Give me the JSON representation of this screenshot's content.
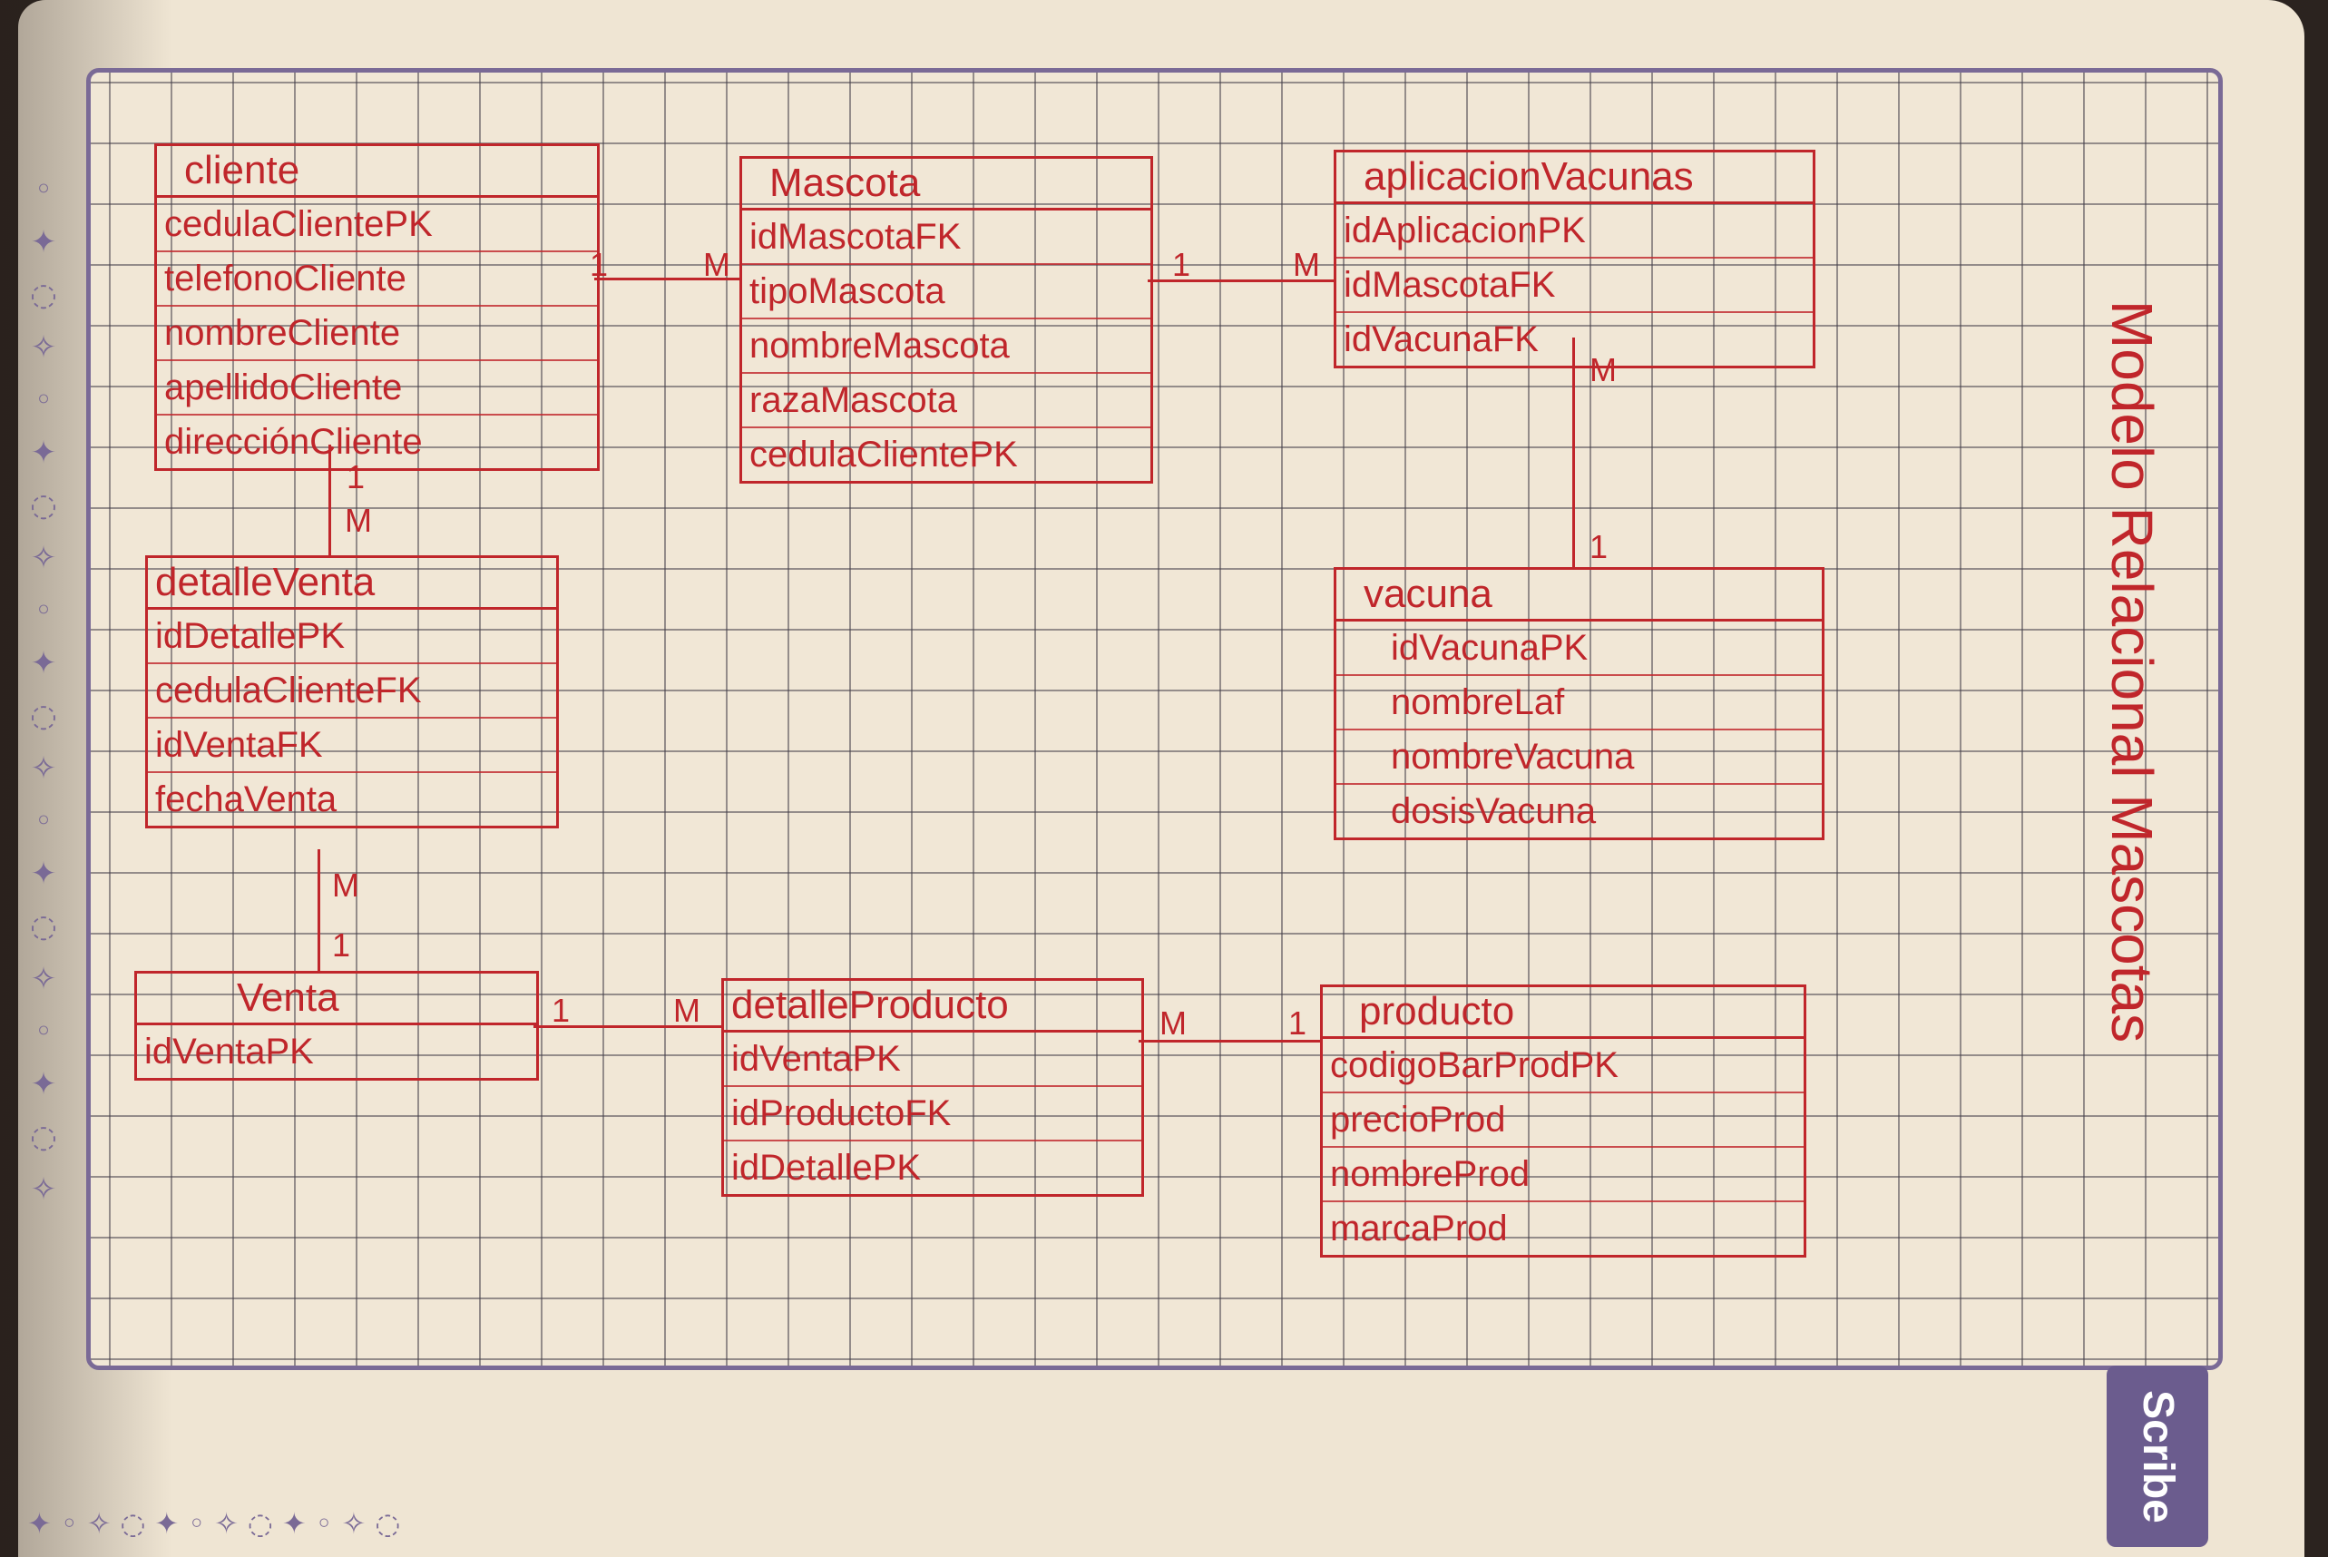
{
  "diagram": {
    "title": "Modelo Relacional Mascotas",
    "brand": "Scribe",
    "entities": {
      "cliente": {
        "name": "cliente",
        "attributes": [
          "cedulaClientePK",
          "telefonoCliente",
          "nombreCliente",
          "apellidoCliente",
          "direcciónCliente"
        ]
      },
      "mascota": {
        "name": "Mascota",
        "attributes": [
          "idMascotaFK",
          "tipoMascota",
          "nombreMascota",
          "razaMascota",
          "cedulaClientePK"
        ]
      },
      "aplicacion": {
        "name": "aplicacionVacunas",
        "attributes": [
          "idAplicacionPK",
          "idMascotaFK",
          "idVacunaFK"
        ]
      },
      "vacuna": {
        "name": "vacuna",
        "attributes": [
          "idVacunaPK",
          "nombreLaf",
          "nombreVacuna",
          "dosisVacuna"
        ]
      },
      "detalleVenta": {
        "name": "detalleVenta",
        "attributes": [
          "idDetallePK",
          "cedulaClienteFK",
          "idVentaFK",
          "fechaVenta"
        ]
      },
      "venta": {
        "name": "Venta",
        "attributes": [
          "idVentaPK"
        ]
      },
      "detalleProducto": {
        "name": "detalleProducto",
        "attributes": [
          "idVentaPK",
          "idProductoFK",
          "idDetallePK"
        ]
      },
      "producto": {
        "name": "producto",
        "attributes": [
          "codigoBarProdPK",
          "precioProd",
          "nombreProd",
          "marcaProd"
        ]
      }
    },
    "relationships": [
      {
        "from": "cliente",
        "to": "Mascota",
        "from_card": "1",
        "to_card": "M"
      },
      {
        "from": "Mascota",
        "to": "aplicacionVacunas",
        "from_card": "1",
        "to_card": "M"
      },
      {
        "from": "aplicacionVacunas",
        "to": "vacuna",
        "from_card": "M",
        "to_card": "1"
      },
      {
        "from": "cliente",
        "to": "detalleVenta",
        "from_card": "1",
        "to_card": "M"
      },
      {
        "from": "detalleVenta",
        "to": "Venta",
        "from_card": "M",
        "to_card": "1"
      },
      {
        "from": "Venta",
        "to": "detalleProducto",
        "from_card": "1",
        "to_card": "M"
      },
      {
        "from": "detalleProducto",
        "to": "producto",
        "from_card": "M",
        "to_card": "1"
      }
    ]
  }
}
